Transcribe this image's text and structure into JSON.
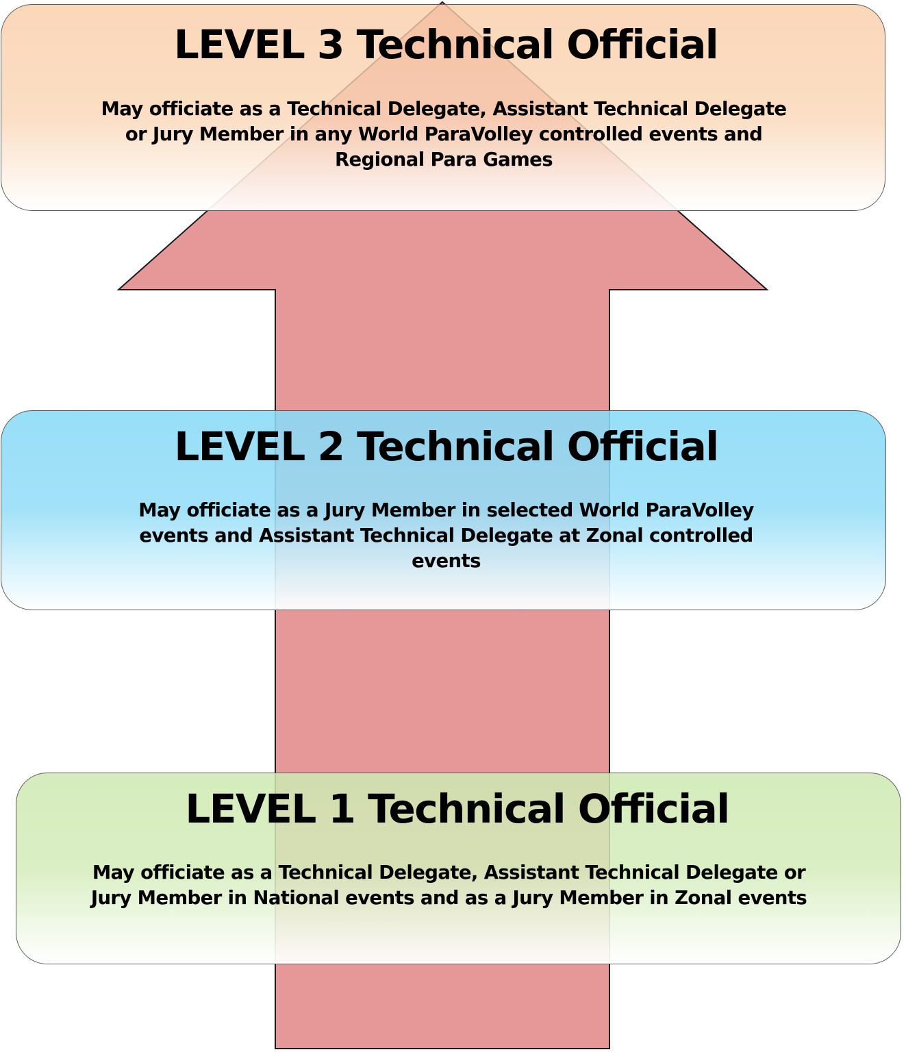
{
  "diagram": {
    "type": "progression-arrow",
    "arrow": {
      "direction": "up",
      "fill": "#E69898",
      "stroke": "#1a1a1a"
    },
    "levels": [
      {
        "id": 3,
        "title": "LEVEL 3 Technical Official",
        "description_lines": [
          "May officiate as a Technical Delegate, Assistant Technical Delegate",
          "or Jury Member in any World ParaVolley controlled events and",
          "Regional Para Games"
        ],
        "color": "#FAD3B0"
      },
      {
        "id": 2,
        "title": "LEVEL 2 Technical Official",
        "description_lines": [
          "May officiate as a Jury Member in selected World ParaVolley",
          "events and Assistant Technical Delegate at Zonal controlled",
          "events"
        ],
        "color": "#92DDF7"
      },
      {
        "id": 1,
        "title": "LEVEL 1 Technical Official",
        "description_lines": [
          "May officiate as a Technical Delegate, Assistant Technical Delegate or",
          "Jury Member in National events and as a Jury Member in Zonal events"
        ],
        "color": "#D0EAB6"
      }
    ]
  }
}
